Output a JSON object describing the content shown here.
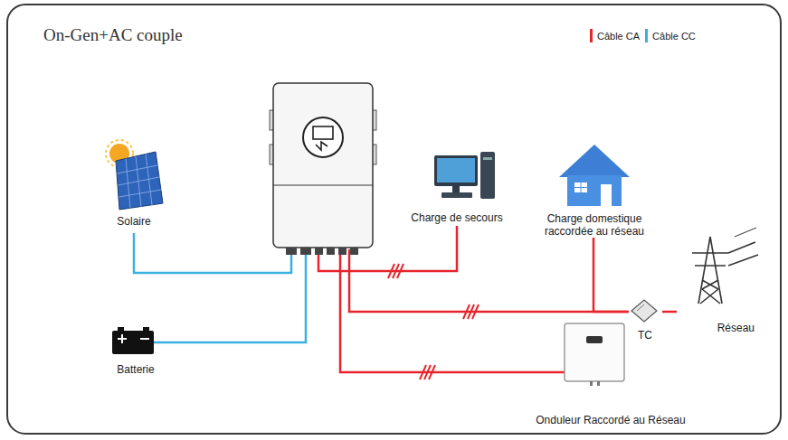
{
  "diagram": {
    "title": "On-Gen+AC couple",
    "nodes": [
      {
        "text": [
          "Solaire"
        ]
      },
      {
        "text": [
          "Charge de secours"
        ]
      },
      {
        "text": [
          "Charge domestique raccordée au réseau"
        ]
      },
      {
        "text": [
          "Réseau"
        ]
      },
      {
        "text": [
          "TC"
        ]
      },
      {
        "text": [
          "Batterie"
        ]
      },
      {
        "text": [
          "Onduleur Raccordé au Réseau"
        ]
      }
    ],
    "edges": [
      {
        "from": 2,
        "to": 4,
        "arrow": "none"
      },
      {
        "from": 4,
        "to": 3,
        "arrow": "none"
      }
    ],
    "legend": [
      {
        "text": "Câble CA",
        "color": "#e8252c"
      },
      {
        "text": "Câble CC",
        "color": "#3ab0e2"
      }
    ]
  }
}
